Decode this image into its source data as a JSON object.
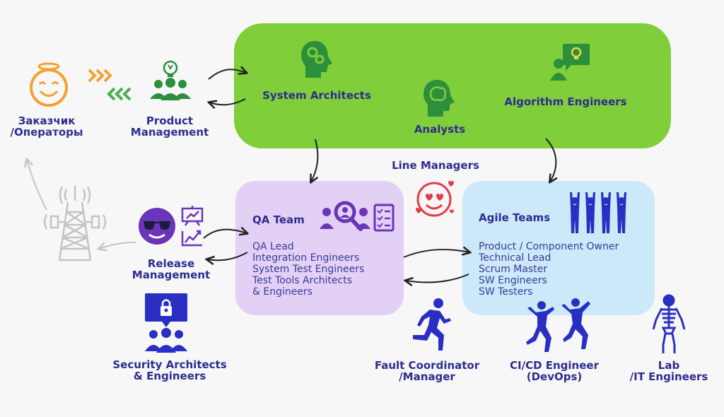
{
  "top_group": {
    "system_architects": "System Architects",
    "analysts": "Analysts",
    "algorithm_engineers": "Algorithm Engineers"
  },
  "customer": {
    "label": "Заказчик\n/Операторы"
  },
  "product_management": {
    "label": "Product\nManagement"
  },
  "line_managers": {
    "label": "Line Managers"
  },
  "qa_team": {
    "title": "QA Team",
    "members": [
      "QA Lead",
      "Integration Engineers",
      "System Test Engineers",
      "Test Tools Architects",
      "& Engineers"
    ]
  },
  "agile_teams": {
    "title": "Agile Teams",
    "members": [
      "Product / Component Owner",
      "Technical Lead",
      "Scrum Master",
      "SW Engineers",
      "SW Testers"
    ]
  },
  "release_management": {
    "label": "Release\nManagement"
  },
  "security": {
    "label": "Security Architects\n& Engineers"
  },
  "fault_coordinator": {
    "label": "Fault Coordinator\n/Manager"
  },
  "cicd": {
    "label": "CI/CD Engineer\n(DevOps)"
  },
  "lab": {
    "label": "Lab\n/IT Engineers"
  },
  "colors": {
    "navy": "#2e2c8f",
    "green_box": "#7fce3a",
    "purple_box": "#e3d1f5",
    "blue_box": "#cbe9f8",
    "icon_green": "#2c8f3c",
    "icon_purple": "#6a35b8",
    "icon_blue": "#2a2fc4",
    "orange": "#f5a030",
    "emoji_red": "#e23c4a",
    "gray": "#c4c4c4"
  }
}
